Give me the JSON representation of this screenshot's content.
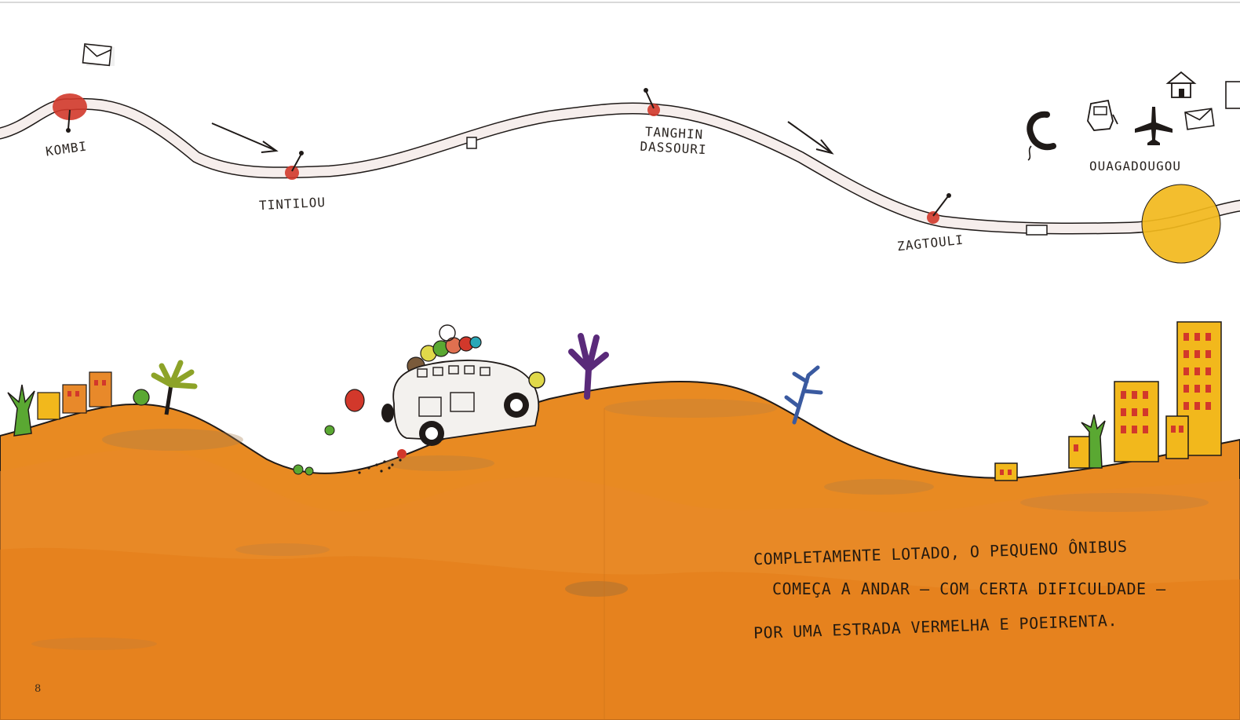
{
  "map": {
    "stops": [
      {
        "name": "KOMBI"
      },
      {
        "name": "TINTILOU"
      },
      {
        "name": "TANGHIN\nDASSOURI"
      },
      {
        "name": "ZAGTOULI"
      },
      {
        "name": "OUAGADOUGOU"
      }
    ],
    "icons": [
      "envelope-icon",
      "phone-icon",
      "fuel-pump-icon",
      "airplane-icon",
      "house-icon"
    ],
    "colors": {
      "stop": "#d2382b",
      "sun": "#f2b81c",
      "road": "#f6eeec"
    }
  },
  "narration": {
    "line1": "COMPLETAMENTE LOTADO, O PEQUENO ÔNIBUS",
    "line2": "COMEÇA A ANDAR — COM CERTA DIFICULDADE —",
    "line3": "POR UMA ESTRADA VERMELHA E POEIRENTA."
  },
  "page_number": "8",
  "colors": {
    "ground": "#e88a22",
    "ground_dark": "#d4701a",
    "ink": "#2a2420"
  }
}
